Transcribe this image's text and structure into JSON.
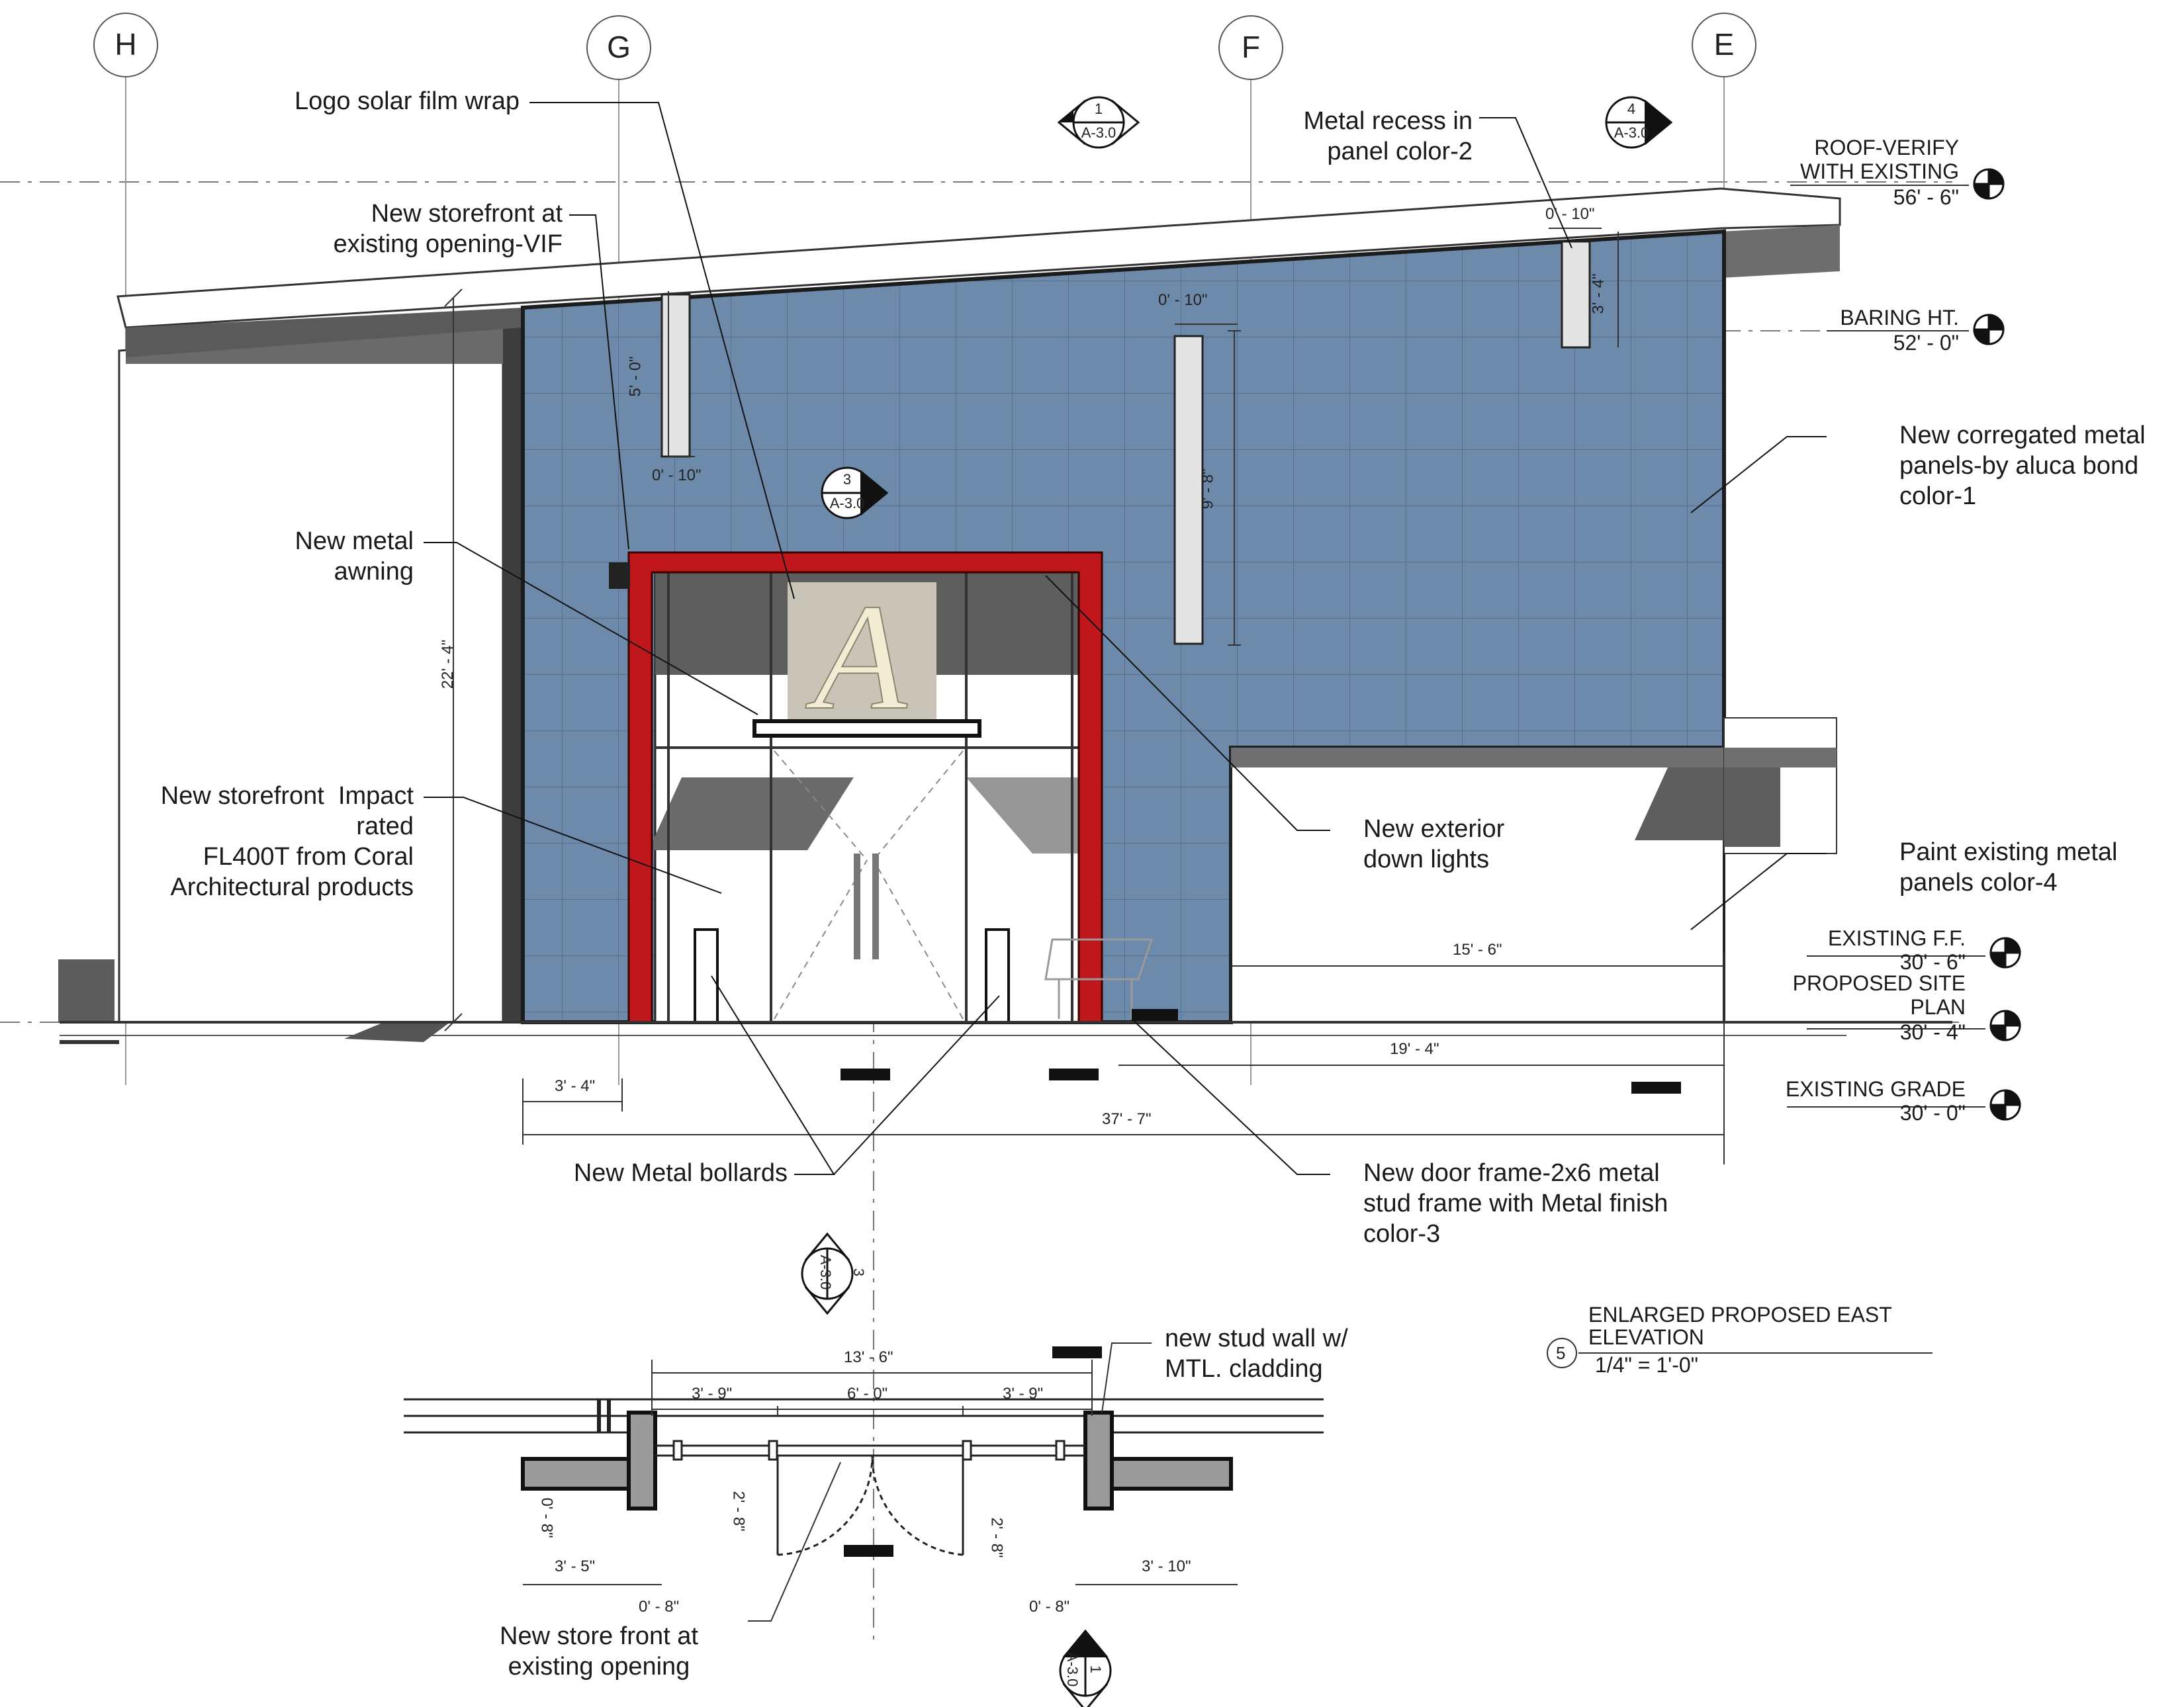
{
  "grid": {
    "h": "H",
    "g": "G",
    "f": "F",
    "e": "E"
  },
  "annotations": {
    "logo_wrap": "Logo solar film wrap",
    "storefront_existing": "New storefront at\nexisting opening-VIF",
    "metal_recess": "Metal recess in\npanel color-2",
    "corrugated": "New corregated metal\npanels-by aluca bond\ncolor-1",
    "awning": "New metal\nawning",
    "storefront_impact": "New storefront  Impact\nrated\nFL400T from Coral\nArchitectural products",
    "down_lights": "New exterior\ndown lights",
    "paint_panels": "Paint existing metal\npanels color-4",
    "bollards": "New Metal bollards",
    "door_frame": "New door frame-2x6 metal\nstud frame with Metal finish\ncolor-3",
    "stud_wall": "new stud wall w/\nMTL. cladding",
    "store_front_plan": "New store front at\nexisting opening"
  },
  "levels": {
    "roof": {
      "name": "ROOF-VERIFY\nWITH EXISTING",
      "elev": "56' - 6\""
    },
    "baring": {
      "name": "BARING HT.",
      "elev": "52' - 0\""
    },
    "ff": {
      "name": "EXISTING F.F.",
      "elev": "30' - 6\""
    },
    "site": {
      "name": "PROPOSED SITE\nPLAN",
      "elev": "30' - 4\""
    },
    "grade": {
      "name": "EXISTING GRADE",
      "elev": "30' - 0\""
    }
  },
  "dimensions": {
    "d0_10_a": "0' - 10\"",
    "d0_10_b": "0' - 10\"",
    "d0_10_c": "0' - 10\"",
    "d3_4_v": "3' - 4\"",
    "d5_0": "5' - 0\"",
    "d9_8": "9' - 8\"",
    "d22_4": "22' - 4\"",
    "d15_6": "15' - 6\"",
    "d19_4": "19' - 4\"",
    "d3_4_h": "3' - 4\"",
    "d37_7": "37' - 7\"",
    "d13_6": "13' - 6\"",
    "d3_9_a": "3' - 9\"",
    "d6_0": "6' - 0\"",
    "d3_9_b": "3' - 9\"",
    "d2_8_a": "2' - 8\"",
    "d2_8_b": "2' - 8\"",
    "d0_8_v": "0' - 8\"",
    "d3_5": "3' - 5\"",
    "d0_8_a": "0' - 8\"",
    "d0_8_b": "0' - 8\"",
    "d3_10": "3' - 10\""
  },
  "section_tags": {
    "t1": {
      "num": "1",
      "sheet": "A-3.0"
    },
    "t4": {
      "num": "4",
      "sheet": "A-3.0"
    },
    "t3": {
      "num": "3",
      "sheet": "A-3.0"
    },
    "t3b": {
      "num": "3",
      "sheet": "A-3.0"
    },
    "t1b": {
      "num": "1",
      "sheet": "A-3.0"
    }
  },
  "title_block": {
    "number": "5",
    "title": "ENLARGED PROPOSED EAST\nELEVATION",
    "scale": "1/4\" = 1'-0\""
  },
  "logo": {
    "letter": "A"
  },
  "colors": {
    "panel_blue": "#6d8aab",
    "frame_red": "#c0171d",
    "dark_gray": "#3a3a3a",
    "shadow_gray": "#6f6f6f"
  }
}
